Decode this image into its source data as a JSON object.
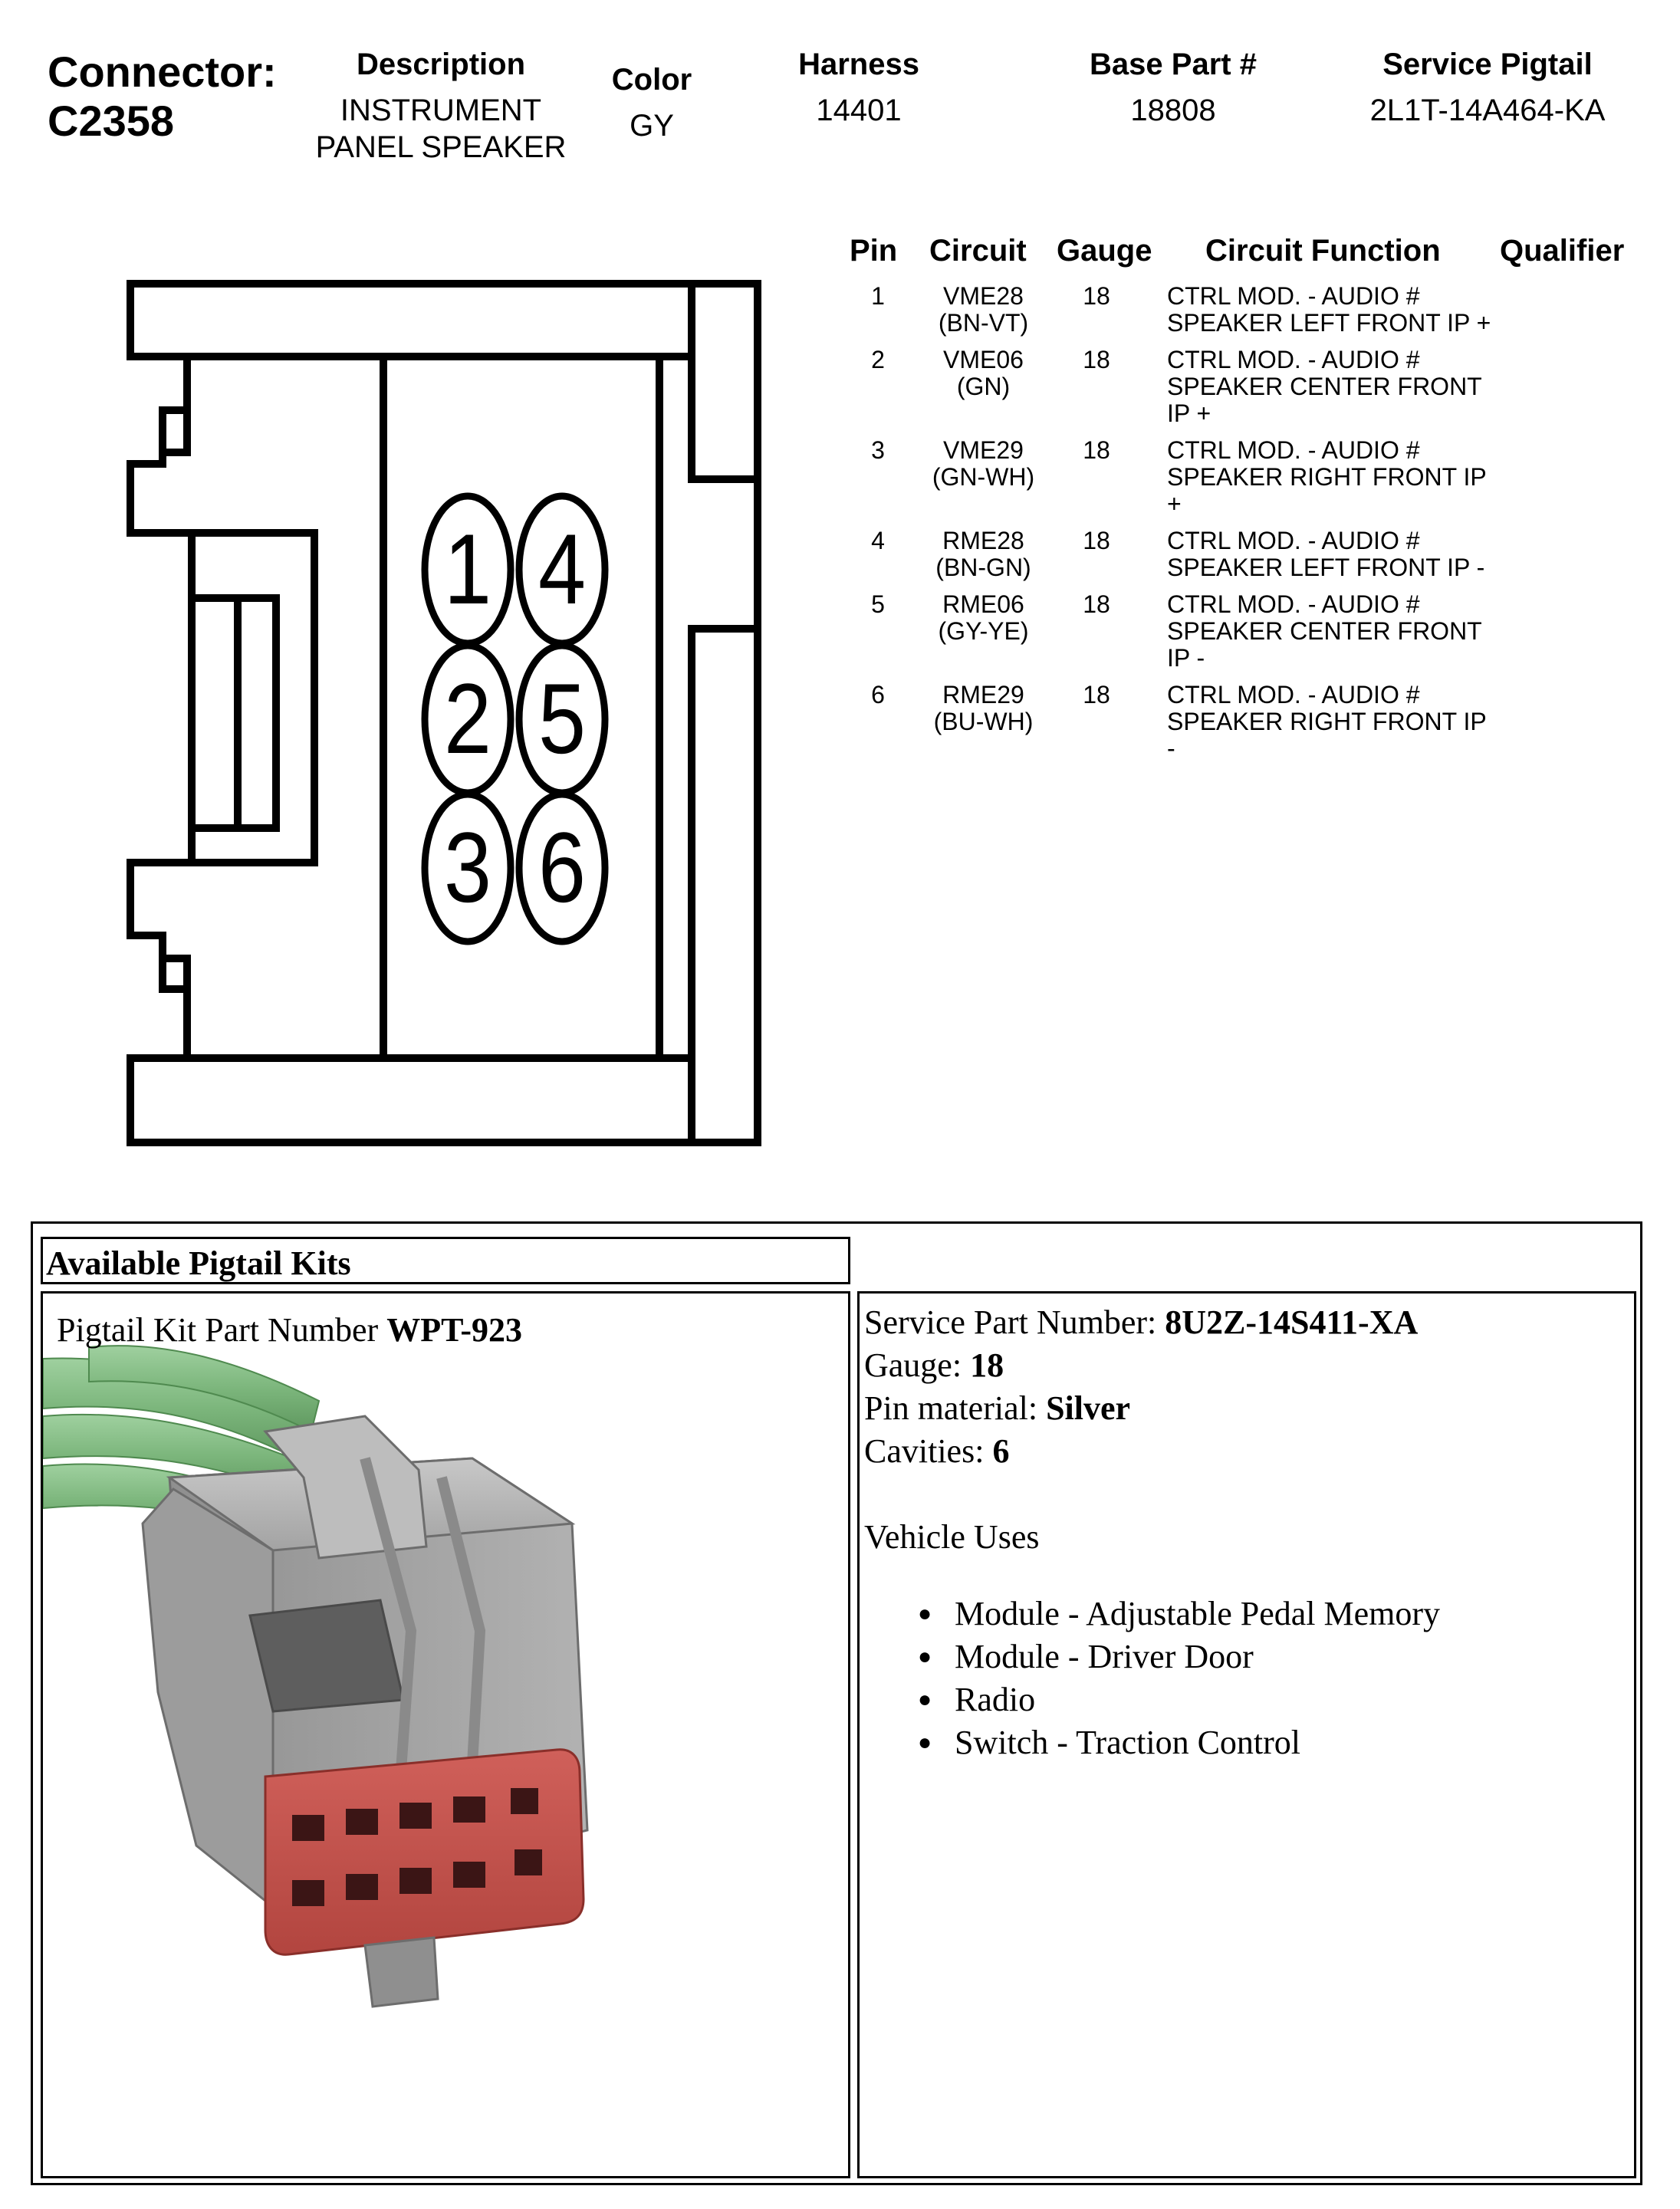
{
  "header": {
    "connector_label": "Connector:",
    "connector_id": "C2358",
    "description": {
      "heading": "Description",
      "line1": "INSTRUMENT",
      "line2": "PANEL SPEAKER"
    },
    "color": {
      "heading": "Color",
      "value": "GY"
    },
    "harness": {
      "heading": "Harness",
      "value": "14401"
    },
    "base_part": {
      "heading": "Base Part #",
      "value": "18808"
    },
    "service_pigtail": {
      "heading": "Service Pigtail",
      "value": "2L1T-14A464-KA"
    }
  },
  "diagram": {
    "pin_labels": [
      "1",
      "2",
      "3",
      "4",
      "5",
      "6"
    ]
  },
  "pin_table": {
    "headers": {
      "pin": "Pin",
      "circuit": "Circuit",
      "gauge": "Gauge",
      "function": "Circuit Function",
      "qualifier": "Qualifier"
    },
    "rows": [
      {
        "pin": "1",
        "circuit": "VME28",
        "color": "(BN-VT)",
        "gauge": "18",
        "func1": "CTRL MOD. - AUDIO #",
        "func2": "SPEAKER LEFT FRONT IP +",
        "func3": ""
      },
      {
        "pin": "2",
        "circuit": "VME06",
        "color": "(GN)",
        "gauge": "18",
        "func1": "CTRL MOD. - AUDIO #",
        "func2": "SPEAKER CENTER FRONT",
        "func3": "IP +"
      },
      {
        "pin": "3",
        "circuit": "VME29",
        "color": "(GN-WH)",
        "gauge": "18",
        "func1": "CTRL MOD. - AUDIO #",
        "func2": "SPEAKER RIGHT FRONT IP",
        "func3": "+"
      },
      {
        "pin": "4",
        "circuit": "RME28",
        "color": "(BN-GN)",
        "gauge": "18",
        "func1": "CTRL MOD. - AUDIO #",
        "func2": "SPEAKER LEFT FRONT IP -",
        "func3": ""
      },
      {
        "pin": "5",
        "circuit": "RME06",
        "color": "(GY-YE)",
        "gauge": "18",
        "func1": "CTRL MOD. - AUDIO #",
        "func2": "SPEAKER CENTER FRONT",
        "func3": "IP -"
      },
      {
        "pin": "6",
        "circuit": "RME29",
        "color": "(BU-WH)",
        "gauge": "18",
        "func1": "CTRL MOD. - AUDIO #",
        "func2": "SPEAKER RIGHT FRONT IP",
        "func3": "-"
      }
    ]
  },
  "kits": {
    "heading": "Available Pigtail Kits",
    "kit_label": "Pigtail Kit Part Number ",
    "kit_number": "WPT-923",
    "service_part_label": "Service Part Number: ",
    "service_part_value": "8U2Z-14S411-XA",
    "gauge_label": "Gauge: ",
    "gauge_value": "18",
    "pin_material_label": "Pin material: ",
    "pin_material_value": "Silver",
    "cavities_label": "Cavities: ",
    "cavities_value": "6",
    "vehicle_uses_label": "Vehicle Uses",
    "vehicle_uses": [
      "Module - Adjustable Pedal Memory",
      "Module - Driver Door",
      "Radio",
      "Switch - Traction Control"
    ]
  },
  "photo_colors": {
    "housing": "#a9a9a9",
    "terminal_block": "#c0504d",
    "wires": "#7cb67c"
  }
}
